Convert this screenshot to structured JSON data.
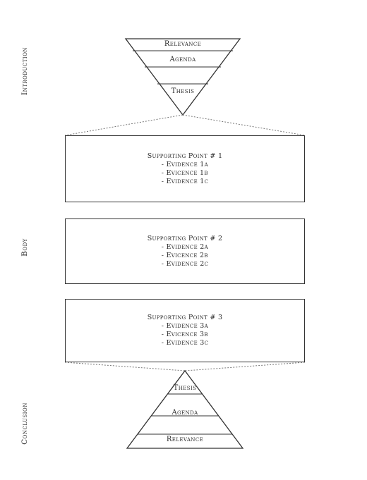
{
  "sections": {
    "introduction": "Introduction",
    "body": "Body",
    "conclusion": "Conclusion"
  },
  "intro_funnel": {
    "rows": [
      "Relevance",
      "Agenda",
      "Thesis"
    ]
  },
  "body_boxes": [
    {
      "heading": "Supporting Point # 1",
      "evidence": [
        "- Evidence 1a",
        "- Evicence 1b",
        "- Evidence 1c"
      ]
    },
    {
      "heading": "Supporting Point # 2",
      "evidence": [
        "- Evidence 2a",
        "- Evicence 2b",
        "- Evidence 2c"
      ]
    },
    {
      "heading": "Supporting Point # 3",
      "evidence": [
        "- Evidence 3a",
        "- Evicence 3b",
        "- Evidence 3c"
      ]
    }
  ],
  "conclusion_pyramid": {
    "rows": [
      "Thesis",
      "Agenda",
      "Relevance"
    ]
  },
  "colors": {
    "line": "#333333",
    "dotted": "#777777",
    "text": "#2a2a2a"
  }
}
